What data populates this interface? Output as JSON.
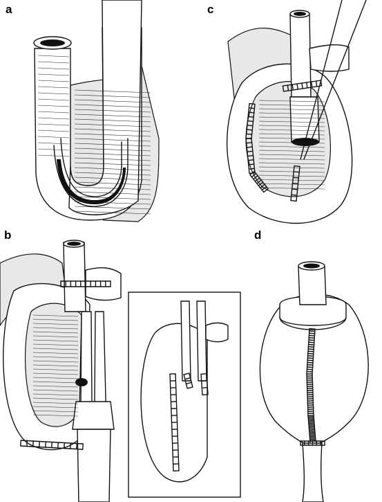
{
  "figure": {
    "panels": [
      {
        "id": "a",
        "label": "a"
      },
      {
        "id": "b",
        "label": "b"
      },
      {
        "id": "c",
        "label": "c"
      },
      {
        "id": "d",
        "label": "d"
      }
    ]
  },
  "colors": {
    "ink": "#111111",
    "background": "#ffffff"
  }
}
